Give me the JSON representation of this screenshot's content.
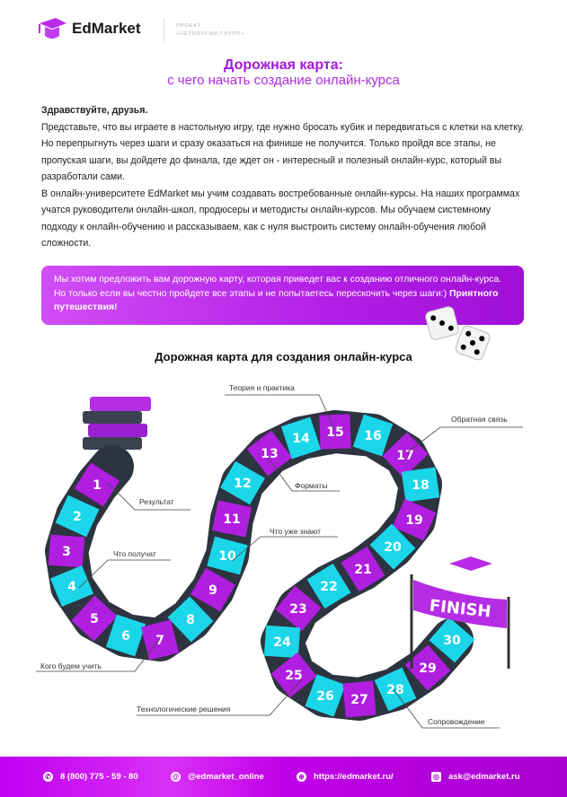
{
  "header": {
    "brand": "EdMarket",
    "project_line1": "ПРОЕКТ",
    "project_line2": "«НЕТОЛОГИИ-ГРУПП»"
  },
  "title": {
    "line1": "Дорожная карта:",
    "line2": "с чего начать создание онлайн-курса"
  },
  "intro": {
    "greeting": "Здравствуйте, друзья.",
    "p1": "Представьте, что вы играете в настольную игру, где нужно бросать кубик и передвигаться с клетки на клетку. Но перепрыгнуть через шаги и сразу оказаться на финише не получится. Только пройдя все этапы, не пропуская шаги, вы дойдете до финала, где ждет он - интересный и полезный онлайн-курс, который вы разработали сами.",
    "p2": "В онлайн-университете EdMarket мы учим создавать востребованные онлайн-курсы. На наших программах учатся руководители онлайн-школ, продюсеры и методисты онлайн-курсов. Мы обучаем системному подходу к онлайн-обучению и рассказываем, как с нуля выстроить систему онлайн-обучения любой сложности."
  },
  "banner": {
    "text": "Мы хотим предложить вам дорожную карту, которая приведет вас к созданию отличного онлайн-курса. Но только если вы честно пройдете все этапы и не попытаетесь перескочить через шаги:)",
    "bold": "Приятного путешествия!"
  },
  "map": {
    "title": "Дорожная карта для создания онлайн-курса",
    "finish": "FINISH",
    "labels": [
      "Результат",
      "Что получат",
      "Кого будем учить",
      "Технологические решения",
      "Теория и практика",
      "Форматы",
      "Что уже знают",
      "Обратная связь",
      "Сопровождение"
    ],
    "tiles": 30,
    "colors": {
      "odd": "#b01ee0",
      "even": "#1ad6e8",
      "road": "#2d3440"
    }
  },
  "footer": {
    "phone": "8 (800) 775 - 59 - 80",
    "social": "@edmarket_online",
    "site": "https://edmarket.ru/",
    "email": "ask@edmarket.ru"
  }
}
